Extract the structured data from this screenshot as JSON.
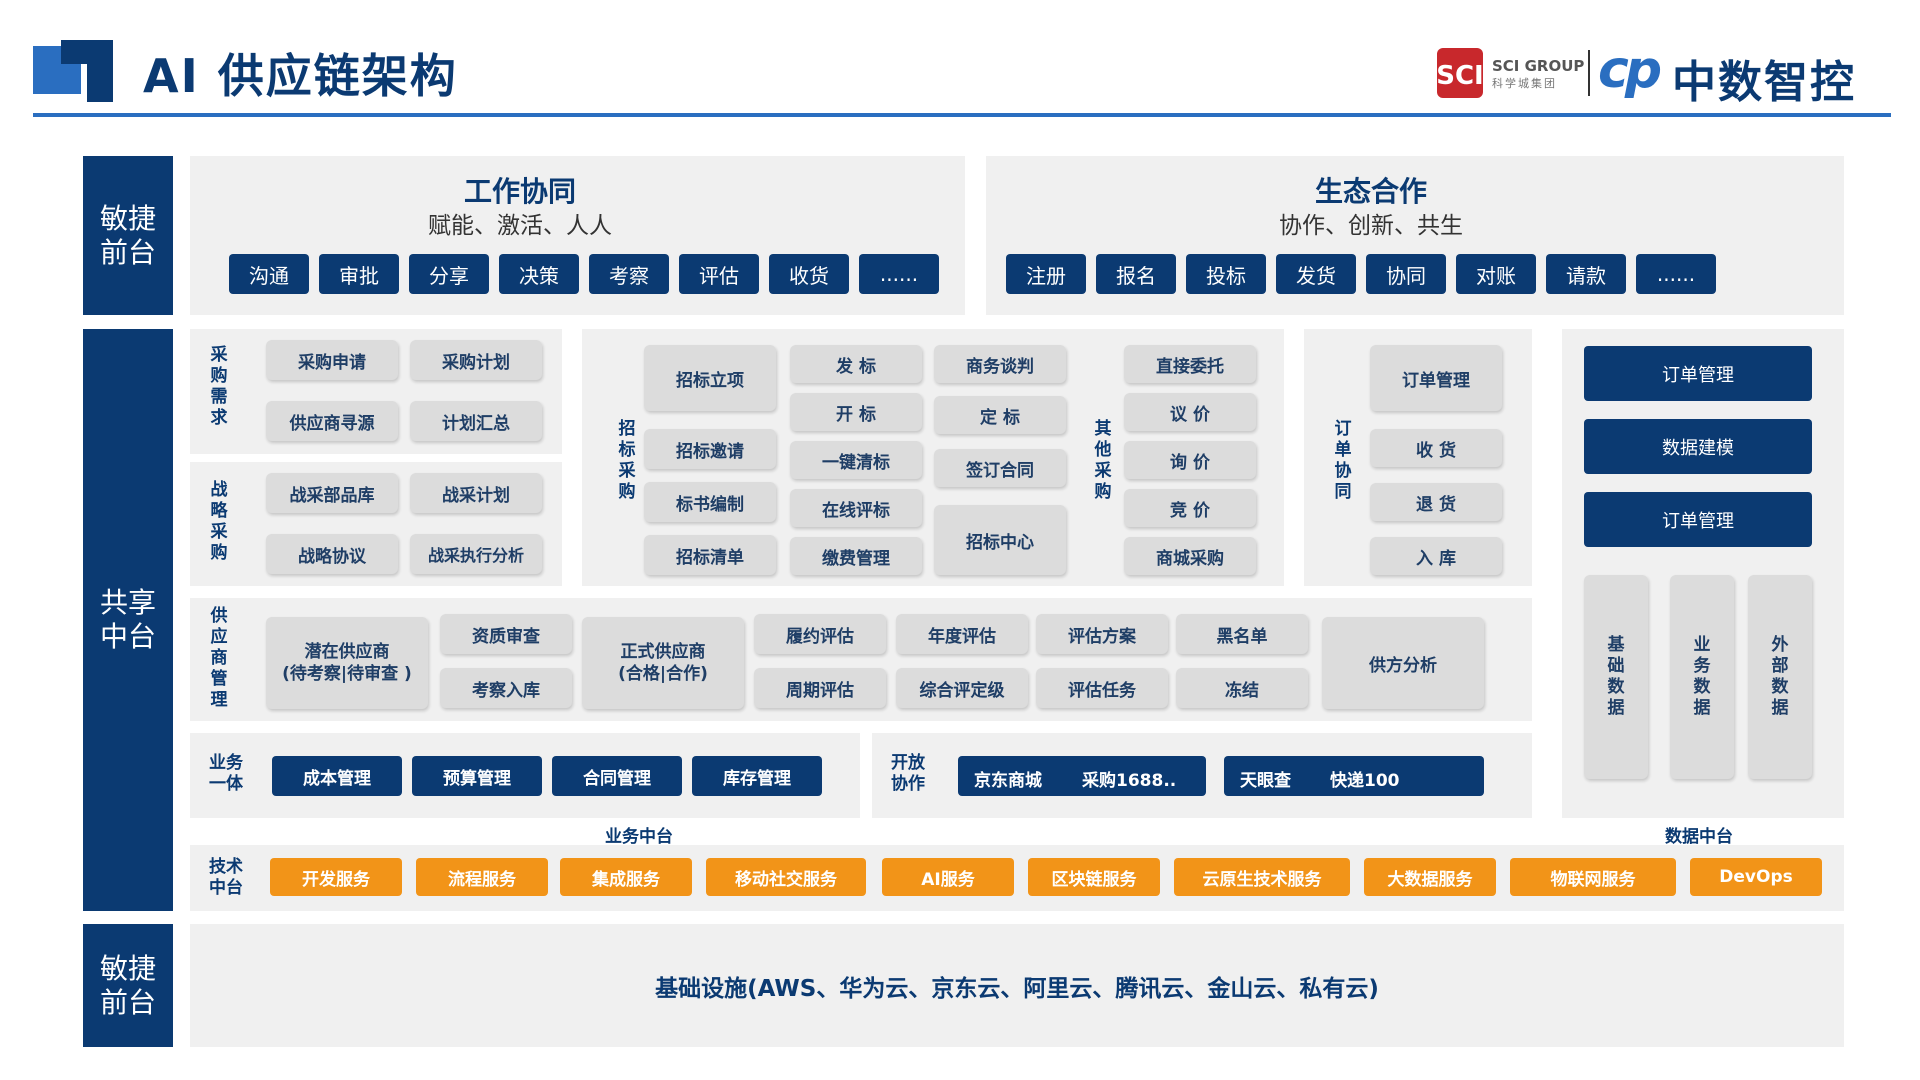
{
  "header": {
    "title": "AI 供应链架构",
    "sci_group": "SCI GROUP",
    "sci_group_cn": "科学城集团",
    "brand_mark": "cp",
    "brand_name": "中数智控"
  },
  "colors": {
    "navy": "#0b3a72",
    "orange": "#f29418",
    "panel": "#f0f0f0",
    "chip": "#dcdcdc",
    "sci_red": "#c8282c"
  },
  "side_labels": {
    "front1": "敏捷\n前台",
    "shared": "共享\n中台",
    "front2": "敏捷\n前台"
  },
  "work": {
    "title": "工作协同",
    "subtitle": "赋能、激活、人人",
    "buttons": [
      "沟通",
      "审批",
      "分享",
      "决策",
      "考察",
      "评估",
      "收货",
      "......"
    ]
  },
  "eco": {
    "title": "生态合作",
    "subtitle": "协作、创新、共生",
    "buttons": [
      "注册",
      "报名",
      "投标",
      "发货",
      "协同",
      "对账",
      "请款",
      "......"
    ]
  },
  "procure_demand": {
    "label": "采\n购\n需\n求",
    "items": [
      "采购申请",
      "采购计划",
      "供应商寻源",
      "计划汇总"
    ]
  },
  "strategic": {
    "label": "战\n略\n采\n购",
    "items": [
      "战采部品库",
      "战采计划",
      "战略协议",
      "战采执行分析"
    ]
  },
  "tender": {
    "label": "招\n标\n采\n购",
    "col1": [
      "招标立项",
      "招标邀请",
      "标书编制",
      "招标清单"
    ],
    "col2": [
      "发 标",
      "开 标",
      "一键清标",
      "在线评标",
      "缴费管理"
    ],
    "col3": [
      "商务谈判",
      "定 标",
      "签订合同",
      "招标中心"
    ]
  },
  "other_purchase": {
    "label": "其\n他\n采\n购",
    "items": [
      "直接委托",
      "议 价",
      "询 价",
      "竞 价",
      "商城采购"
    ]
  },
  "order_collab": {
    "label": "订\n单\n协\n同",
    "items": [
      "订单管理",
      "收 货",
      "退 货",
      "入 库"
    ]
  },
  "supplier_mgmt": {
    "label": "供\n应\n商\n管\n理",
    "potential": "潜在供应商\n(待考察|待审查 )",
    "audit": [
      "资质审查",
      "考察入库"
    ],
    "formal": "正式供应商\n(合格|合作)",
    "evals": [
      "履约评估",
      "年度评估",
      "评估方案",
      "黑名单",
      "周期评估",
      "综合评定级",
      "评估任务",
      "冻结"
    ],
    "analysis": "供方分析"
  },
  "business": {
    "label": "业务\n一体",
    "items": [
      "成本管理",
      "预算管理",
      "合同管理",
      "库存管理"
    ]
  },
  "open_collab": {
    "label": "开放\n协作",
    "items": [
      [
        "京东商城",
        "采购1688.."
      ],
      [
        "天眼查",
        "快递100"
      ]
    ]
  },
  "biz_center_label": "业务中台",
  "data_center": {
    "buttons": [
      "订单管理",
      "数据建模",
      "订单管理"
    ],
    "columns": [
      "基\n础\n数\n据",
      "业\n务\n数\n据",
      "外\n部\n数\n据"
    ],
    "label": "数据中台"
  },
  "tech": {
    "label": "技术\n中台",
    "services": [
      "开发服务",
      "流程服务",
      "集成服务",
      "移动社交服务",
      "AI服务",
      "区块链服务",
      "云原生技术服务",
      "大数据服务",
      "物联网服务",
      "DevOps"
    ]
  },
  "infra": "基础设施(AWS、华为云、京东云、阿里云、腾讯云、金山云、私有云)"
}
